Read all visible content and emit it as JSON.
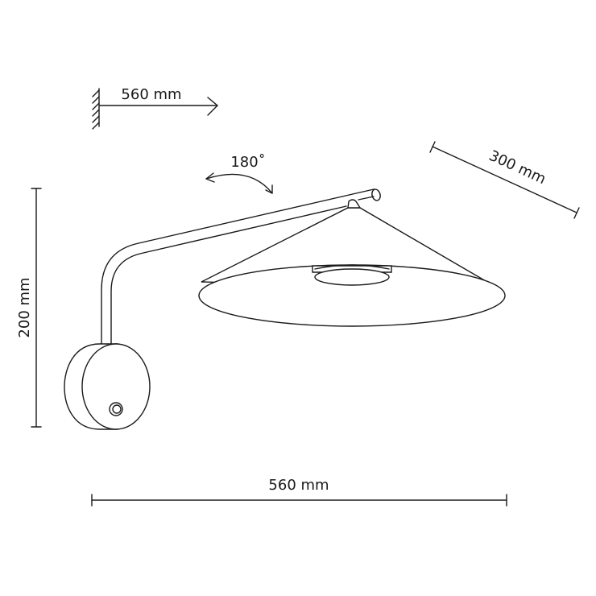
{
  "dimensions": {
    "reach_top": "560 mm",
    "rotation": "180˚",
    "shade_diameter": "300 mm",
    "height": "200 mm",
    "width_bottom": "560 mm"
  },
  "colors": {
    "line": "#1a1a1a",
    "background": "#ffffff"
  }
}
